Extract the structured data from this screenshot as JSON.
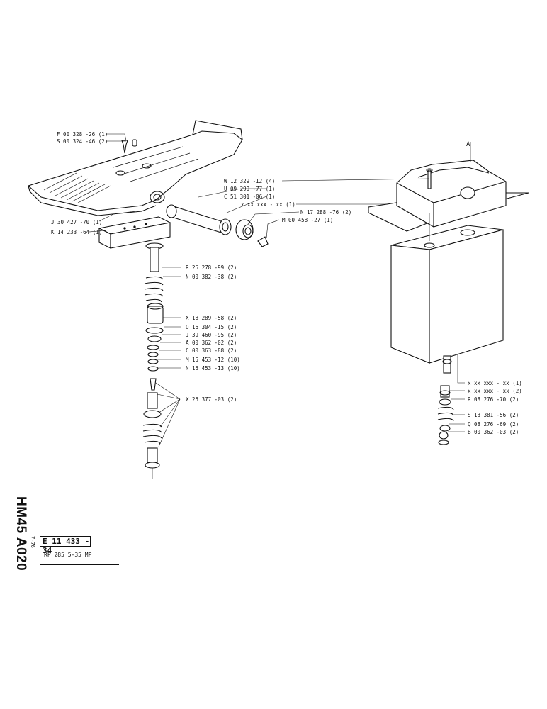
{
  "sheet": {
    "series_code": "HM45 A020",
    "date": "7-76",
    "reference": "E 11 433 - 34",
    "model": "RP 285 5-35  MP"
  },
  "view_letter": "A",
  "callouts": [
    "F 00 328 -26 (1)",
    "S 00 324 -46 (2)",
    "J 30 427 -70 (1)",
    "K 14 233 -64 (1)",
    "W 12 329 -12 (4)",
    "U 09 299 -77 (1)",
    "C 51 301 -06 (1)",
    "x xx xxx - xx (1)",
    "N 17 288 -76 (2)",
    "M 00 458 -27 (1)",
    "R 25 278 -99 (2)",
    "N 00 382 -38 (2)",
    "X 18 289 -58 (2)",
    "O 16 304 -15 (2)",
    "J 39 460 -95 (2)",
    "A 00 362 -02 (2)",
    "C 00 363 -88 (2)",
    "M 15 453 -12 (10)",
    "N 15 453 -13 (10)",
    "X 25 377 -03 (2)",
    "x xx xxx - xx (1)",
    "x xx xxx - xx (2)",
    "R 08 276 -70 (2)",
    "S 13 381 -56 (2)",
    "Q 08 276 -69 (2)",
    "B 00 362 -03 (2)"
  ]
}
